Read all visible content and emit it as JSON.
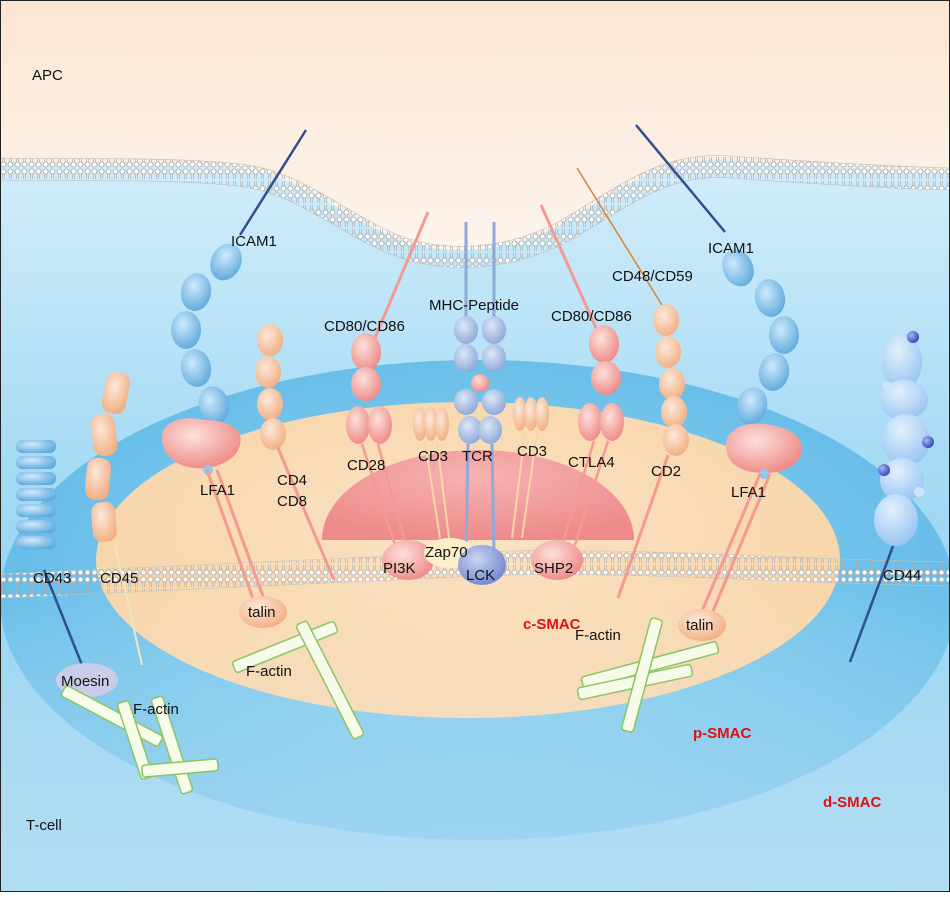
{
  "labels": {
    "apc": "APC",
    "tcell": "T-cell",
    "icam1_left": "ICAM1",
    "icam1_right": "ICAM1",
    "cd48_cd59": "CD48/CD59",
    "mhc_peptide": "MHC-Peptide",
    "cd80_cd86_left": "CD80/CD86",
    "cd80_cd86_right": "CD80/CD86",
    "cd28": "CD28",
    "cd3_left": "CD3",
    "cd3_right": "CD3",
    "tcr": "TCR",
    "ctla4": "CTLA4",
    "cd2": "CD2",
    "lfa1_left": "LFA1",
    "lfa1_right": "LFA1",
    "cd4": "CD4",
    "cd8": "CD8",
    "pi3k": "PI3K",
    "zap70": "Zap70",
    "lck": "LCK",
    "shp2": "SHP2",
    "cd43": "CD43",
    "cd45": "CD45",
    "cd44": "CD44",
    "talin_left": "talin",
    "talin_right": "talin",
    "moesin": "Moesin",
    "factin_1": "F-actin",
    "factin_2": "F-actin",
    "factin_3": "F-actin"
  },
  "zones": {
    "c_smac": "c-SMAC",
    "p_smac": "p-SMAC",
    "d_smac": "d-SMAC"
  },
  "colors": {
    "apc_fill": "#fbe3cf",
    "tcell_fill": "#a9dcf5",
    "dsmac_fill": "#7cc8ee",
    "psmac_fill": "#f8dcb4",
    "csmac_fill": "#f29a9a",
    "adhesion_blue": "#6cb4e4",
    "costim_pink": "#f08c8c",
    "cd_orange": "#f2b48c",
    "tcr_blue": "#8eaadb",
    "actin_green": "#b6e39a",
    "zone_red": "#e01010"
  }
}
